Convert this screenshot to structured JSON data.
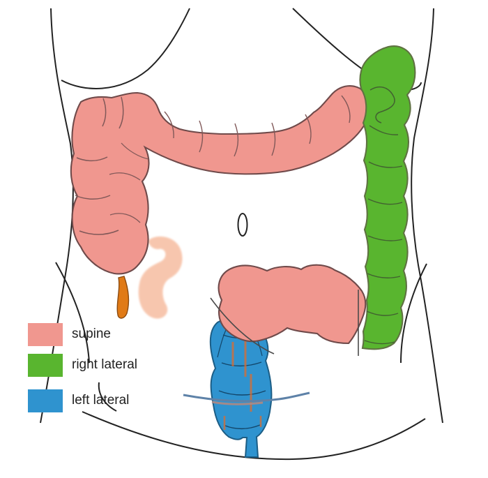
{
  "legend": [
    {
      "label": "supine",
      "color": "#f0978f"
    },
    {
      "label": "right lateral",
      "color": "#59b52f"
    },
    {
      "label": "left lateral",
      "color": "#2f93cf"
    }
  ],
  "colors": {
    "supine": "#f0978f",
    "right_lateral": "#59b52f",
    "left_lateral": "#2f93cf",
    "appendix": "#e07a16",
    "small_bowel": "#f7c2a8",
    "outline": "#222222"
  }
}
